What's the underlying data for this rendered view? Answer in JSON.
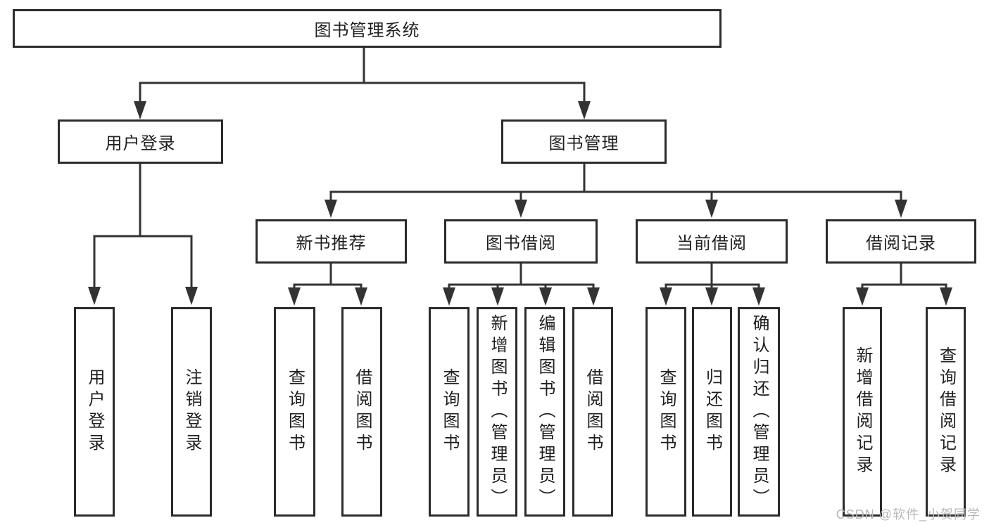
{
  "diagram": {
    "title": "图书管理系统",
    "level2": {
      "user_login": "用户登录",
      "book_mgmt": "图书管理"
    },
    "level3": {
      "new_books": "新书推荐",
      "book_borrow": "图书借阅",
      "current_borrow": "当前借阅",
      "borrow_records": "借阅记录"
    },
    "leaves": {
      "user_login": [
        "用户登录",
        "注销登录"
      ],
      "new_books": [
        "查询图书",
        "借阅图书"
      ],
      "book_borrow": [
        "查询图书",
        "新增图书（管理员）",
        "编辑图书（管理员）",
        "借阅图书"
      ],
      "current_borrow": [
        "查询图书",
        "归还图书",
        "确认归还（管理员）"
      ],
      "borrow_records": [
        "新增借阅记录",
        "查询借阅记录"
      ]
    }
  },
  "watermark": "CSDN @软件_小贺同学",
  "colors": {
    "line": "#333333",
    "box_border": "#2b2b2b",
    "text": "#1f1f1f",
    "watermark": "#b8b8b8",
    "background": "#ffffff"
  }
}
